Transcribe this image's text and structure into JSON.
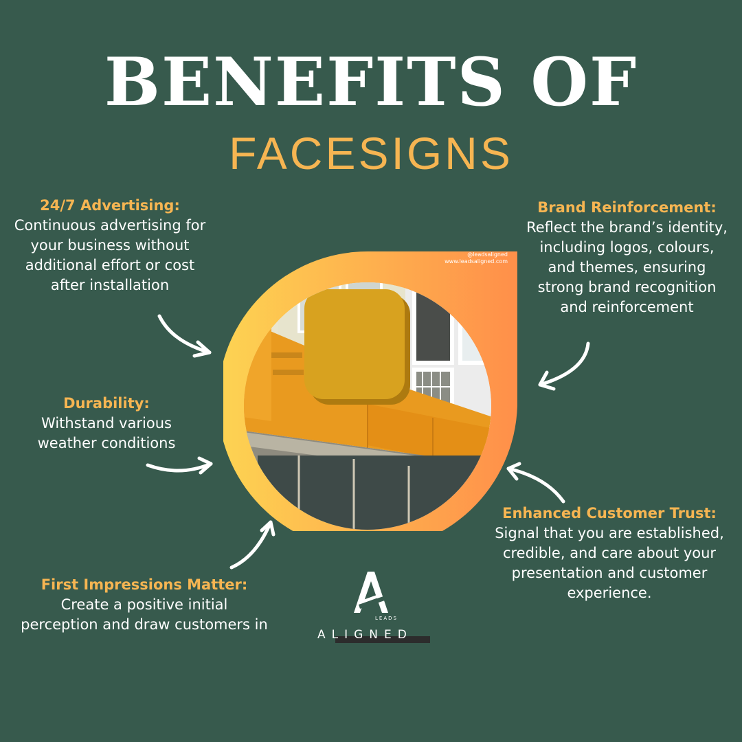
{
  "title": "BENEFITS OF",
  "subtitle": "FACESIGNS",
  "benefits": [
    {
      "heading": "24/7 Advertising:",
      "text": "Continuous advertising for your business without additional effort or cost after installation"
    },
    {
      "heading": "Brand Reinforcement:",
      "text": "Reflect the brand’s identity, including logos, colours, and themes, ensuring strong brand recognition and reinforcement"
    },
    {
      "heading": "Durability:",
      "text": "Withstand various weather conditions"
    },
    {
      "heading": "Enhanced Customer Trust:",
      "text": "Signal that you are established, credible, and care about your presentation and customer experience."
    },
    {
      "heading": "First Impressions Matter:",
      "text": "Create a positive initial perception and draw customers in"
    }
  ],
  "watermark": {
    "handle": "@leadsaligned",
    "url": "www.leadsaligned.com"
  },
  "logo": {
    "small": "LEADS",
    "word": "ALIGNED"
  },
  "colors": {
    "background": "#375a4d",
    "accent": "#f6b552",
    "gradient_start": "#fdd452",
    "gradient_end": "#ff8f4a"
  },
  "icons": [
    "curved-arrow-icon",
    "logo-mark-icon"
  ]
}
